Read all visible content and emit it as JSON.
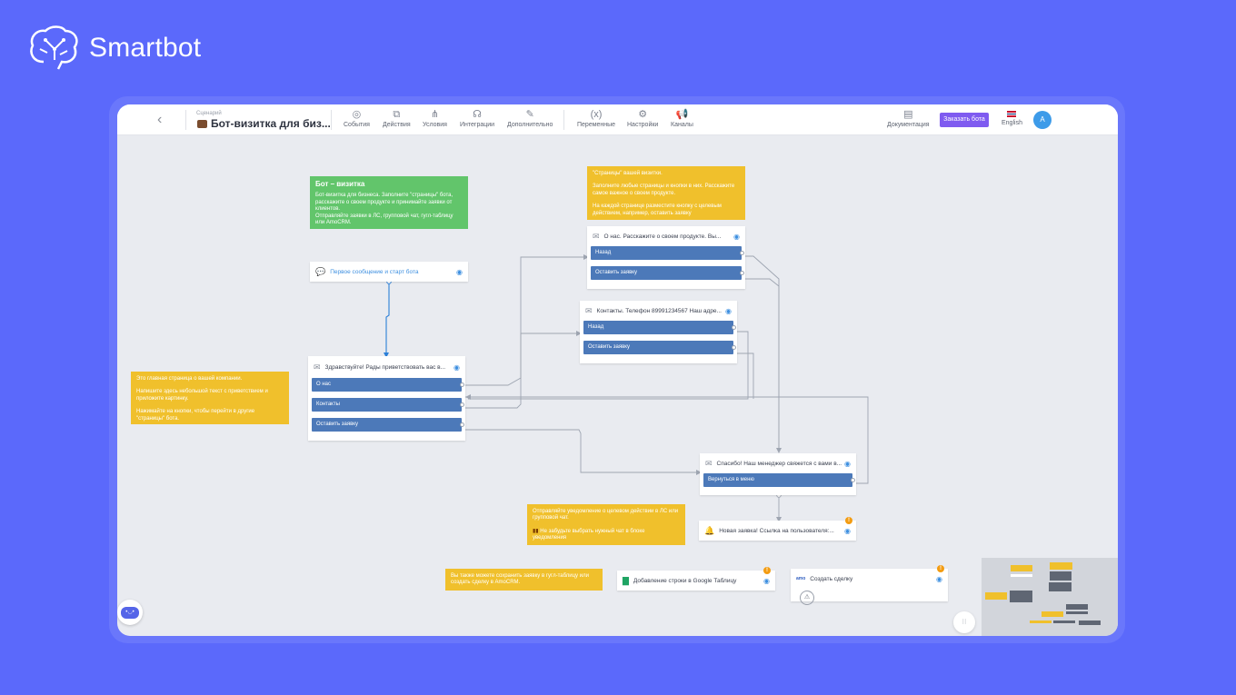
{
  "brand": {
    "name": "Smartbot"
  },
  "toolbar": {
    "back_icon": "chevron-left-icon",
    "crumb": "Сценарий",
    "scenario_title": "Бот-визитка для биз...",
    "tools": [
      {
        "label": "События",
        "icon": "target-icon"
      },
      {
        "label": "Действия",
        "icon": "action-icon"
      },
      {
        "label": "Условия",
        "icon": "branch-icon"
      },
      {
        "label": "Интеграции",
        "icon": "integration-icon"
      },
      {
        "label": "Дополнительно",
        "icon": "edit-icon"
      },
      {
        "label": "Переменные",
        "icon": "variable-icon"
      },
      {
        "label": "Настройки",
        "icon": "gear-icon"
      },
      {
        "label": "Каналы",
        "icon": "megaphone-icon"
      }
    ],
    "docs_label": "Документация",
    "order_label": "Заказать бота",
    "language_label": "English",
    "avatar_letter": "A"
  },
  "notes": {
    "bot_card": {
      "title": "Бот – визитка",
      "text1": "Бот-визитка для бизнеса. Заполните \"страницы\" бота, расскажите о своем продукте и принимайте заявки от клиентов.",
      "text2": "Отправляйте заявки в ЛС, групповой чат, гугл-таблицу или AmoCRM."
    },
    "pages": {
      "p1": "\"Страницы\" вашей визитки.",
      "p2": "Заполните любые страницы и кнопки в них. Расскажите самое важное о своем продукте.",
      "p3": "На каждой странице разместите кнопку с целевым действием, например, оставить заявку"
    },
    "main_page": {
      "p1": "Это главная страница о вашей компании.",
      "p2": "Напишите здесь небольшой текст с приветствием и приложите картинку.",
      "p3": "Нажимайте на кнопки, чтобы перейти в другие \"страницы\" бота."
    },
    "notify": {
      "p1": "Отправляйте уведомление о целевом действии в ЛС или групповой чат.",
      "p2": "Не забудьте выбрать нужный чат в блоке уведомления"
    },
    "save": {
      "p1": "Вы также можете сохранить заявку в гугл-таблицу или создать сделку в AmoCRM."
    }
  },
  "nodes": {
    "start": {
      "title": "Первое сообщение и старт бота"
    },
    "welcome": {
      "title": "Здравствуйте! Рады приветствовать вас в...",
      "buttons": [
        "О нас",
        "Контакты",
        "Оставить заявку"
      ]
    },
    "about": {
      "title": "О нас. Расскажите о своем продукте. Вы...",
      "buttons": [
        "Назад",
        "Оставить заявку"
      ]
    },
    "contacts": {
      "title": "Контакты. Телефон 89991234567 Наш адре...",
      "buttons": [
        "Назад",
        "Оставить заявку"
      ]
    },
    "thanks": {
      "title": "Спасибо! Наш менеджер свяжется с вами в...",
      "buttons": [
        "Вернуться в меню"
      ]
    },
    "newlead": {
      "title": "Новая заявка! Ссылка на пользователя:..."
    },
    "gsheet": {
      "title": "Добавление строки в Google Таблицу"
    },
    "amocrm": {
      "title": "Создать сделку",
      "logo": "amo"
    }
  },
  "colors": {
    "background": "#5b69fb",
    "node_button": "#4c79b9",
    "note_green": "#62c56b",
    "note_yellow": "#f0c02c",
    "order": "#7f5bf0"
  }
}
